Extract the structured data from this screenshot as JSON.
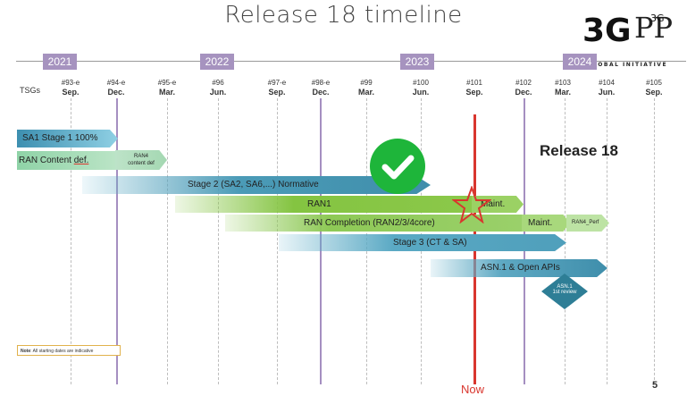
{
  "title": "Release 18 timeline",
  "years": [
    {
      "label": "2021"
    },
    {
      "label": "2022"
    },
    {
      "label": "2023"
    },
    {
      "label": "2024"
    }
  ],
  "tsgs_label": "TSGs",
  "meetings": [
    {
      "num": "#93-e",
      "month": "Sep."
    },
    {
      "num": "#94-e",
      "month": "Dec."
    },
    {
      "num": "#95-e",
      "month": "Mar."
    },
    {
      "num": "#96",
      "month": "Jun."
    },
    {
      "num": "#97-e",
      "month": "Sep."
    },
    {
      "num": "#98-e",
      "month": "Dec."
    },
    {
      "num": "#99",
      "month": "Mar."
    },
    {
      "num": "#100",
      "month": "Jun."
    },
    {
      "num": "#101",
      "month": "Sep."
    },
    {
      "num": "#102",
      "month": "Dec."
    },
    {
      "num": "#103",
      "month": "Mar."
    },
    {
      "num": "#104",
      "month": "Jun."
    },
    {
      "num": "#105",
      "month": "Sep."
    }
  ],
  "bars": {
    "sa1": "SA1 Stage 1  100%",
    "ran_content_prefix": "RAN Content ",
    "ran_content_suffix": "def.",
    "ran4_content_line1": "RAN4",
    "ran4_content_line2": "content def",
    "stage2": "Stage 2 (SA2, SA6,...) Normative",
    "ran1": "RAN1",
    "ran1_maint": "Maint.",
    "ran_completion": "RAN Completion (RAN2/3/4core)",
    "ran_completion_maint": "Maint.",
    "ran4_perf": "RAN4_Perf",
    "stage3": "Stage 3 (CT & SA)",
    "asn1": "ASN.1 & Open APIs",
    "asn1_review_line1": "ASN.1",
    "asn1_review_line2": "1st review"
  },
  "release_label": "Release 18",
  "now_label": "Now",
  "note_bold": "Note",
  "note_text": ": All starting dates are indicative",
  "page_number": "5",
  "logo": {
    "text": "3GPP",
    "tagline": "A GLOBAL INITIATIVE"
  },
  "colors": {
    "accent_purple": "#a693bf",
    "now_red": "#d9362e",
    "check_green": "#1eb53a"
  }
}
